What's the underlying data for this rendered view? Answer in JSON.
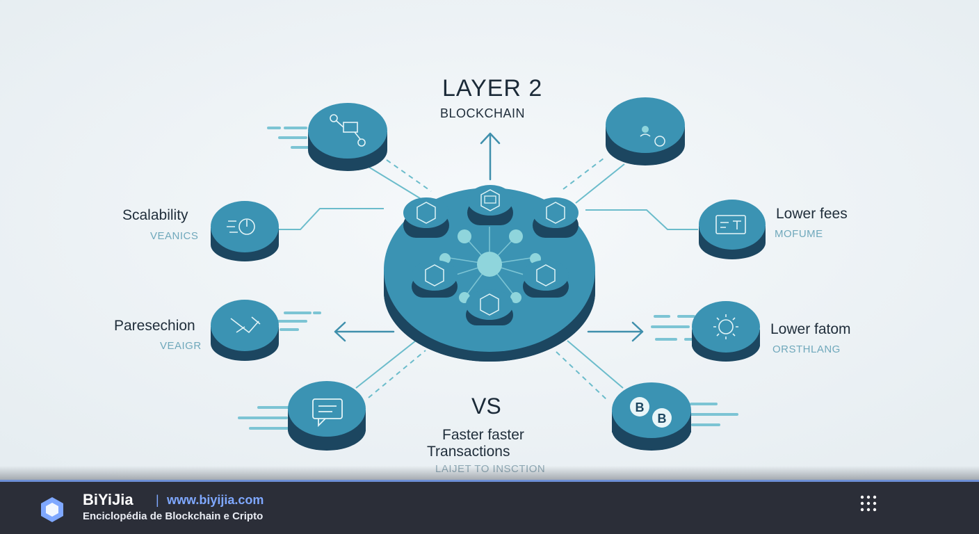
{
  "diagram": {
    "title": "LAYER 2",
    "subtitle": "BLOCKCHAIN",
    "nodes": {
      "scalability": {
        "label": "Scalability",
        "sublabel": "VEANICS"
      },
      "parsechion": {
        "label": "Paresechion",
        "sublabel": "VEAIGR"
      },
      "lower_fees": {
        "label": "Lower fees",
        "sublabel": "MOFUME"
      },
      "lower_fatom": {
        "label": "Lower fatom",
        "sublabel": "ORSTHLANG"
      }
    },
    "bottom": {
      "vs": "VS",
      "line1": "Faster faster",
      "line2": "Transactions",
      "line3": "LAIJET TO INSCTION"
    },
    "coin_labels": [
      "B",
      "B"
    ],
    "colors": {
      "node": "#3b93b3",
      "node_dark": "#1c4660",
      "accent": "#7cc4d4",
      "line": "#6bbccb"
    }
  },
  "footer": {
    "brand_name": "BiYiJia",
    "separator": "|",
    "url": "www.biyijia.com",
    "tagline": "Enciclopédia de Blockchain e Cripto",
    "menu_icon": "grid-icon",
    "colors": {
      "background": "#2b2e38",
      "url": "#7fa8ff"
    }
  }
}
